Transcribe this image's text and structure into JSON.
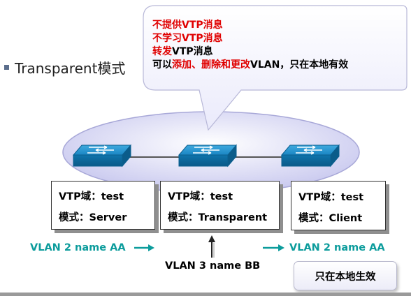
{
  "bullet": {
    "text": "Transparent模式"
  },
  "callout": {
    "line1": "不提供VTP消息",
    "line2": "不学习VTP消息",
    "line3_red": "转发",
    "line3_black": "VTP消息",
    "line4_pre": "可以",
    "line4_red": "添加、删除和更改",
    "line4_post": "VLAN，只在本地有效"
  },
  "switches": [
    {
      "domain": "VTP域：test",
      "mode": "模式：Server"
    },
    {
      "domain": "VTP域：test",
      "mode": "模式：Transparent"
    },
    {
      "domain": "VTP域：test",
      "mode": "模式：Client"
    }
  ],
  "vlan_left": "VLAN 2 name AA",
  "vlan_right": "VLAN 2 name AA",
  "vlan_bottom": "VLAN 3 name BB",
  "local_note": "只在本地生效",
  "colors": {
    "red": "#e00000",
    "teal": "#0c9c9c",
    "switch": "#0d77b0"
  },
  "icons": [
    "switch-icon",
    "right-arrow-icon",
    "up-arrow-icon"
  ]
}
